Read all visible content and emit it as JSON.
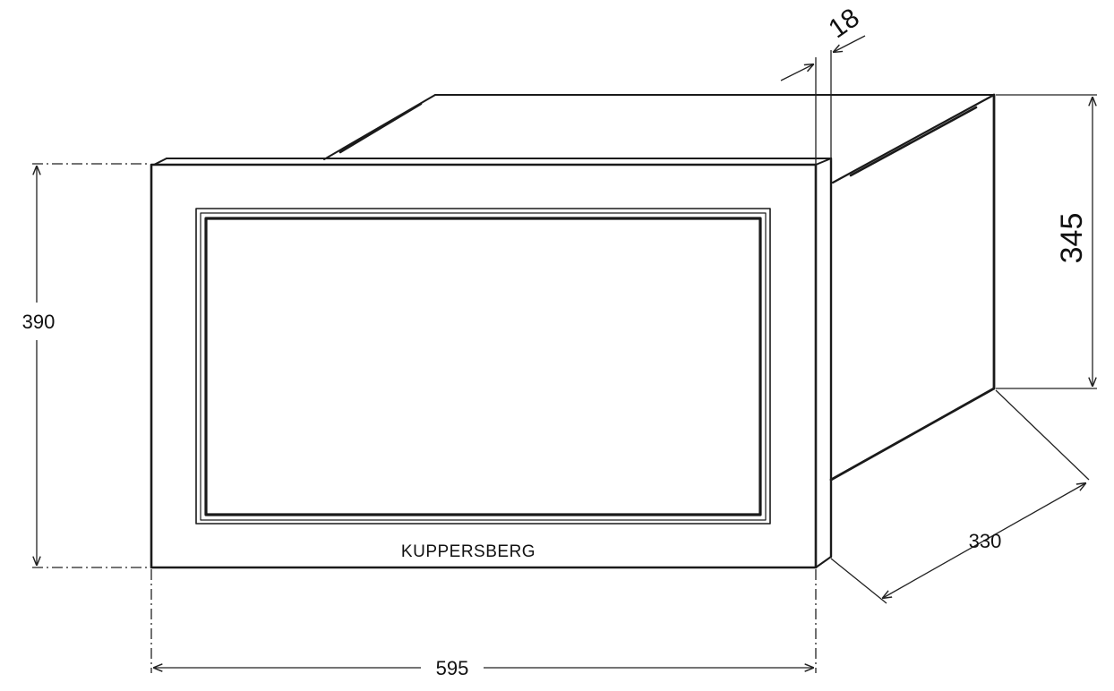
{
  "brand": "KUPPERSBERG",
  "dimensions": {
    "height": "390",
    "width": "595",
    "depth": "330",
    "body_height": "345",
    "frame_thickness": "18"
  },
  "colors": {
    "line": "#1a1a1a",
    "background": "#ffffff"
  }
}
